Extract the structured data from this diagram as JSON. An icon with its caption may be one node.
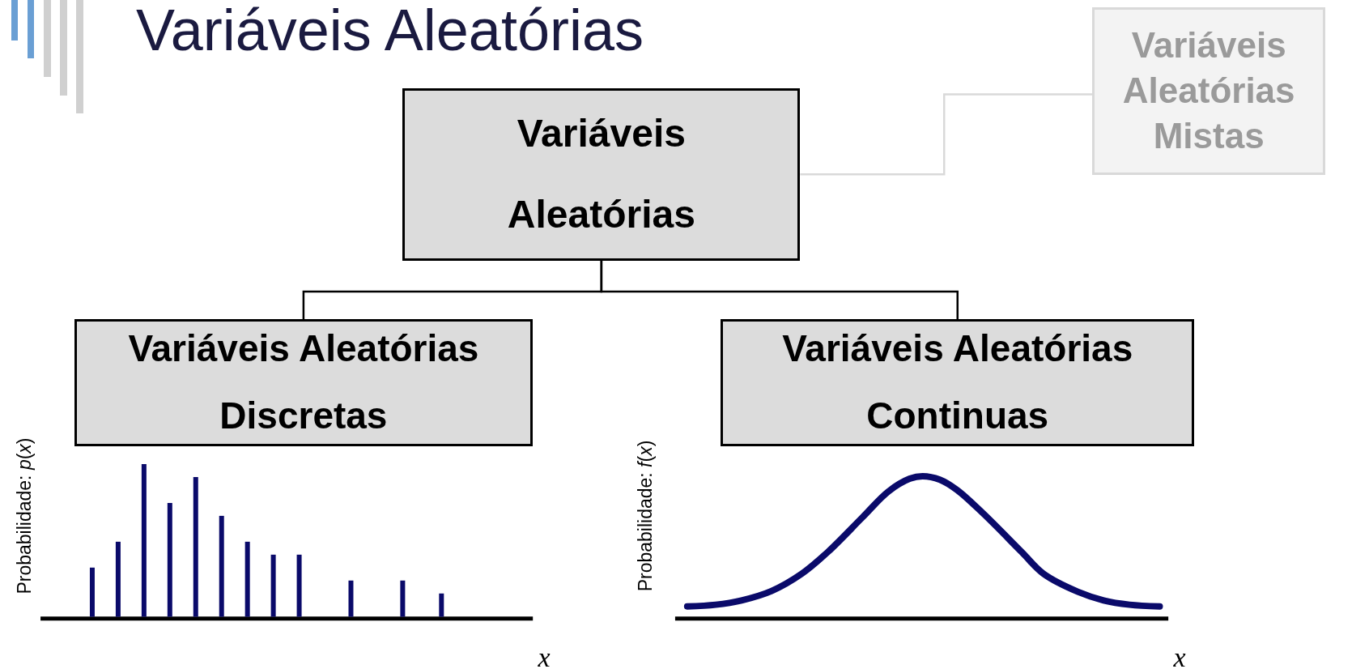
{
  "diagram": {
    "title": "Variáveis Aleatórias",
    "nodes": [
      {
        "text": [
          "Variáveis Aleatórias"
        ]
      },
      {
        "text": [
          "Variáveis Aleatórias Mistas"
        ]
      },
      {
        "text": [
          "Variáveis Aleatórias Discretas"
        ]
      },
      {
        "text": [
          "Variáveis Aleatórias Continuas"
        ]
      }
    ],
    "edges": [
      {
        "from": 0,
        "to": 1,
        "arrow": "none",
        "color": "#d9d9d9"
      },
      {
        "from": 0,
        "to": 2,
        "arrow": "none"
      },
      {
        "from": 0,
        "to": 3,
        "arrow": "none"
      }
    ],
    "labels": [
      "Probabilidade: *p*(*x*)",
      "x",
      "Probabilidade: *f*(*x*)",
      "x"
    ]
  }
}
